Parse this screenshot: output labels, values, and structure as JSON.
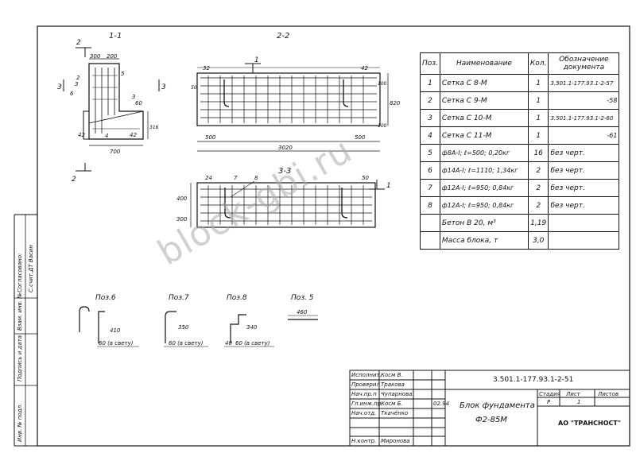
{
  "views": {
    "section_1_1": "1-1",
    "section_2_2": "2-2",
    "section_3_3": "3-3",
    "marker_1": "1",
    "marker_2": "2",
    "marker_3": "3"
  },
  "dims_1_1": [
    "300",
    "200",
    "5",
    "3",
    "3",
    "6",
    "60",
    "42",
    "4",
    "316",
    "42",
    "700",
    "2"
  ],
  "dims_2_2": [
    "32",
    "42",
    "50",
    "100",
    "820",
    "100",
    "500",
    "500",
    "3020"
  ],
  "dims_3_3": [
    "24",
    "7",
    "8",
    "50",
    "400",
    "300"
  ],
  "positions": {
    "p6": {
      "label": "Поз.6",
      "dim1": "60 (в свету)",
      "dim2": "410"
    },
    "p7": {
      "label": "Поз.7",
      "dim1": "60 (в свету)",
      "dim2": "350"
    },
    "p8": {
      "label": "Поз.8",
      "dim1": "60 (в свету)",
      "dim2": "40",
      "dim3": "340"
    },
    "p5": {
      "label": "Поз. 5",
      "dim1": "460"
    }
  },
  "spec": {
    "headers": {
      "pos": "Поз.",
      "name": "Наименование",
      "qty": "Кол.",
      "doc": "Обозначение документа"
    },
    "rows": [
      {
        "pos": "1",
        "name": "Сетка С 8-М",
        "qty": "1",
        "doc": "3.501.1-177.93.1-2-57"
      },
      {
        "pos": "2",
        "name": "Сетка С 9-М",
        "qty": "1",
        "doc": "-58"
      },
      {
        "pos": "3",
        "name": "Сетка С 10-М",
        "qty": "1",
        "doc": "3.501.1-177.93.1-2-60"
      },
      {
        "pos": "4",
        "name": "Сетка С 11-М",
        "qty": "1",
        "doc": "-61"
      },
      {
        "pos": "5",
        "name": "ф8А-I; ℓ=500; 0,20кг",
        "qty": "16",
        "doc": "без черт."
      },
      {
        "pos": "6",
        "name": "ф14А-I; ℓ=1110; 1,34кг",
        "qty": "2",
        "doc": "без черт."
      },
      {
        "pos": "7",
        "name": "ф12А-I; ℓ=950; 0,84кг",
        "qty": "2",
        "doc": "без черт."
      },
      {
        "pos": "8",
        "name": "ф12А-I; ℓ=950; 0,84кг",
        "qty": "2",
        "doc": "без черт."
      },
      {
        "pos": "",
        "name": "Бетон В 20, м³",
        "qty": "1,19",
        "doc": ""
      },
      {
        "pos": "",
        "name": "Масса блока, т",
        "qty": "3,0",
        "doc": ""
      }
    ]
  },
  "title_block": {
    "doc_number": "3.501.1-177.93.1-2-51",
    "title_line1": "Блок фундамента",
    "title_line2": "Ф2-85М",
    "stage_label": "Стадия",
    "sheet_label": "Лист",
    "sheets_label": "Листов",
    "stage_value": "Р",
    "sheet_value": "1",
    "org": "АО \"ТРАНСНОСТ\"",
    "roles": [
      {
        "role": "Исполнит.",
        "name": "Косм В."
      },
      {
        "role": "Проверил",
        "name": "Тракова"
      },
      {
        "role": "Нач.пр.п",
        "name": "Чупарнова"
      },
      {
        "role": "Гл.инж.пр.",
        "name": "Косм Б."
      },
      {
        "role": "Нач.отд.",
        "name": "Ткачёнко"
      },
      {
        "role": "Н.контр.",
        "name": "Миронова"
      }
    ],
    "date": "02.94"
  },
  "side_stamp": {
    "agreed": "Согласовано:",
    "agreed_line": "С.счит.ДТ Васин",
    "inv_label": "Инв. № подл.",
    "sign_label": "Подпись и дата",
    "vzam_label": "Взам. инв. №"
  },
  "watermark": "block-gbi.ru"
}
